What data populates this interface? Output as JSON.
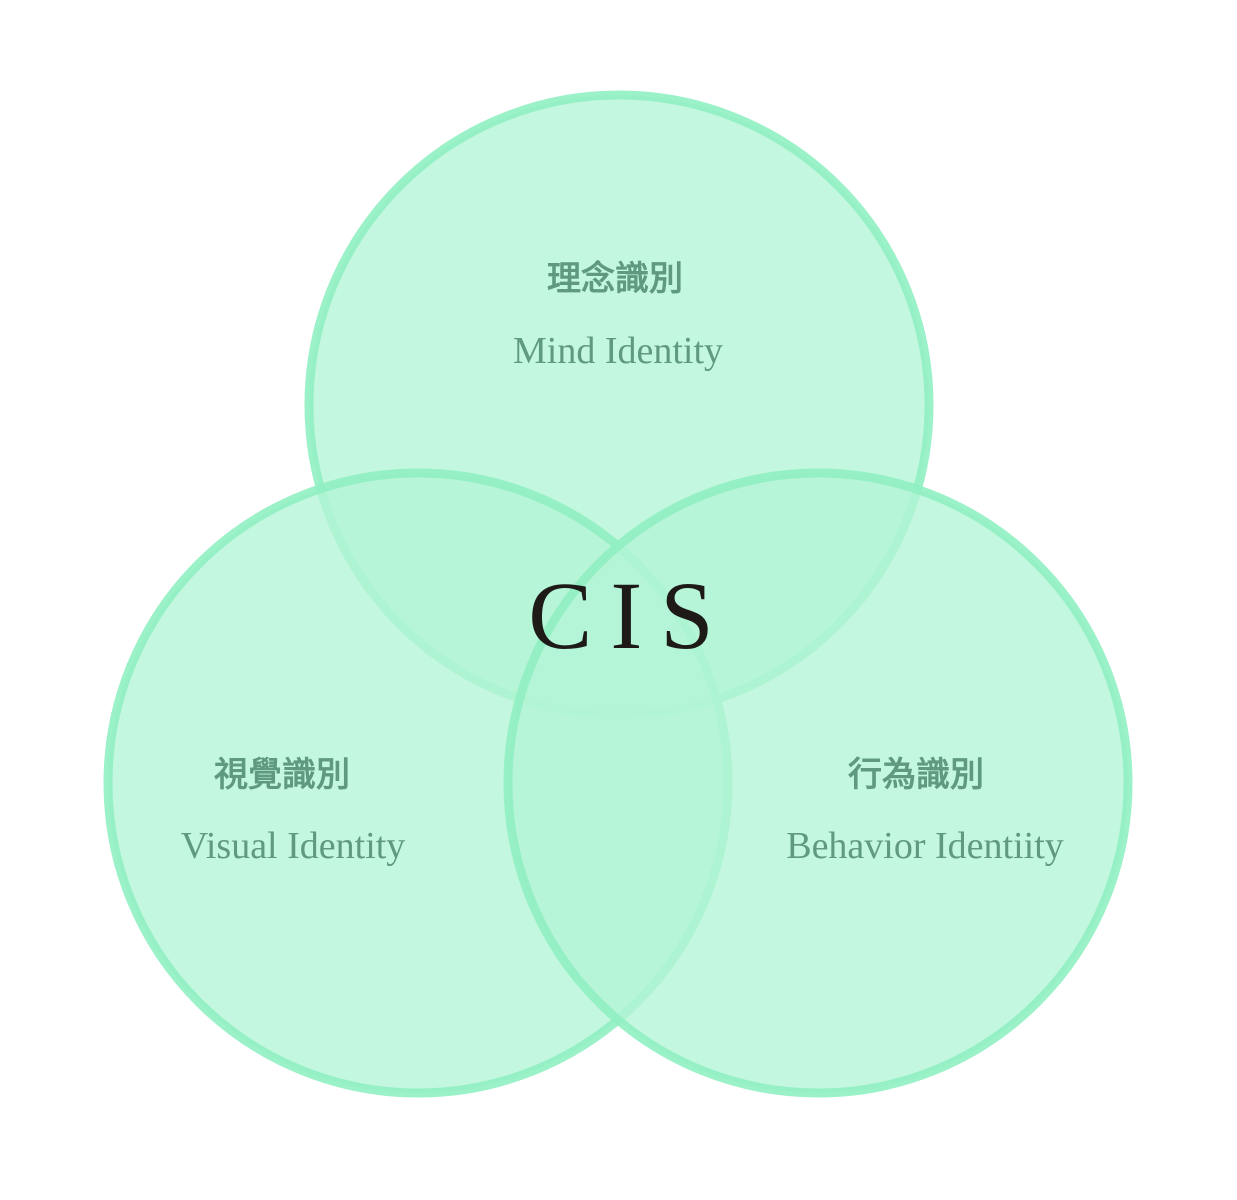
{
  "center_label": "CIS",
  "circles": [
    {
      "title": "理念識別",
      "subtitle": "Mind Identity"
    },
    {
      "title": "視覺識別",
      "subtitle": "Visual Identity"
    },
    {
      "title": "行為識別",
      "subtitle": "Behavior Identiity"
    }
  ],
  "colors": {
    "fill": "#b4f5d6",
    "stroke": "#90f0c2",
    "text": "#5f9a80",
    "center_text": "#1e1a18"
  }
}
